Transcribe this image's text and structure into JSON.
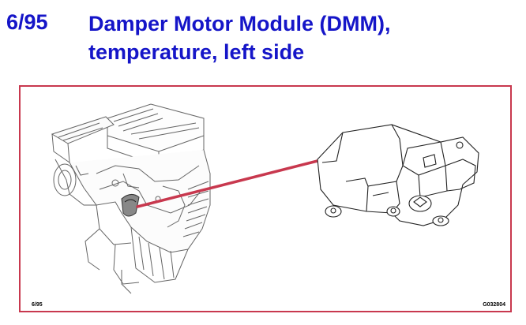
{
  "header": {
    "page_number": "6/95",
    "title_line1": "Damper Motor Module (DMM),",
    "title_line2": "temperature, left side"
  },
  "figure": {
    "code_left": "6/95",
    "code_right": "G032804",
    "frame_color": "#c8384e",
    "pointer_color": "#c8384e",
    "title_color": "#1515c8",
    "components": [
      "hvac-housing-drawing",
      "damper-motor-module-drawing",
      "callout-pointer"
    ]
  }
}
